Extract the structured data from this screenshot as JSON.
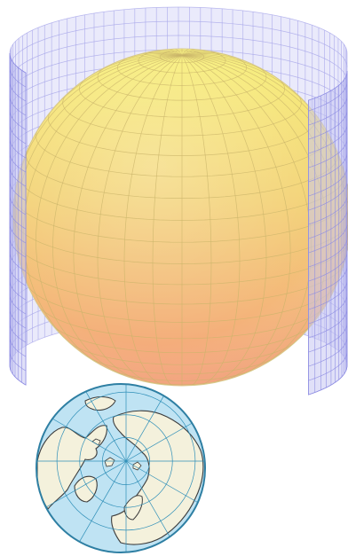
{
  "figure": {
    "caption": "",
    "components": [
      {
        "id": "sphere",
        "fill_gradient": [
          "#f6ef78",
          "#f3c36e",
          "#f4a57a"
        ],
        "meridians": 36,
        "parallels": 24
      },
      {
        "id": "cylinder",
        "fill": "#c7c6f3",
        "stroke": "#8f8ee3",
        "vertical_lines": 48,
        "horizontal_lines": 22
      },
      {
        "id": "globe-inset",
        "ocean": "#bfe3f3",
        "land": "#f4f1dc",
        "border": "#3d3d3d",
        "grid": "#2f8fb8"
      }
    ],
    "colors": {
      "sphere_grid": "#c9b46a",
      "cylinder_grid": "#9a99e6",
      "globe_rim": "#2e7fa3"
    }
  }
}
